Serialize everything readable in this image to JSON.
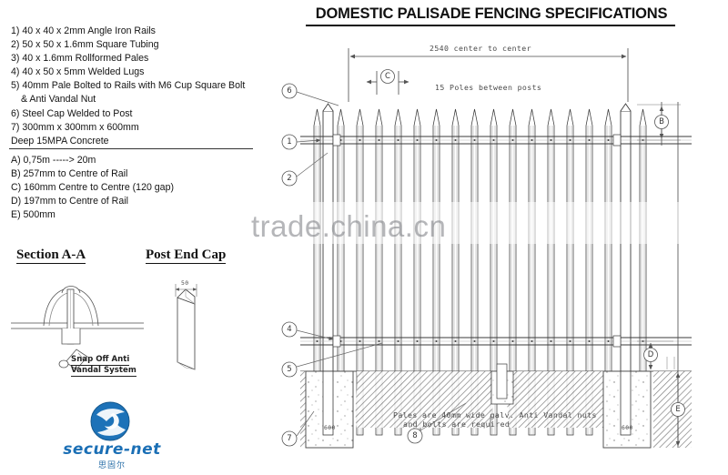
{
  "document": {
    "title": "DOMESTIC PALISADE FENCING SPECIFICATIONS",
    "watermark": "trade.china.cn"
  },
  "specifications": {
    "items": [
      "1) 40 x 40 x 2mm Angle Iron Rails",
      "2) 50 x 50 x 1.6mm Square Tubing",
      "3) 40 x 1.6mm Rollformed Pales",
      "4) 40 x 50 x 5mm Welded Lugs",
      "5) 40mm Pale Bolted to Rails with M6 Cup Square Bolt",
      "& Anti Vandal Nut",
      "6) Steel Cap Welded to Post",
      "7) 300mm x 300mm x 600mm",
      "Deep 15MPA Concrete"
    ]
  },
  "dimensions": {
    "items": [
      "A) 0,75m -----> 20m",
      "B) 257mm to Centre of Rail",
      "C) 160mm Centre to Centre (120 gap)",
      "D) 197mm to Centre of Rail",
      "E) 500mm"
    ]
  },
  "sections": {
    "section_aa_heading": "Section A-A",
    "post_end_cap_heading": "Post End Cap",
    "snap_off_line1": "Snap Off Anti",
    "snap_off_line2": "Vandal System",
    "end_cap_width": "50"
  },
  "drawing": {
    "top_dimension": "2540 center to center",
    "poles_note": "15 Poles between posts",
    "footing_note_line1": "Pales are 40mm wide galv. Anti Vandal nuts",
    "footing_note_line2": "and bolts are required",
    "callouts": [
      "6",
      "1",
      "2",
      "4",
      "5",
      "7",
      "8"
    ],
    "letter_markers": [
      "C",
      "B",
      "D",
      "E"
    ],
    "footing_depth": "600"
  },
  "logo": {
    "name": "secure-net",
    "subtitle": "思固尔"
  },
  "colors": {
    "ink": "#1a1a1a",
    "line": "#4a4a4a",
    "logo_blue": "#1b6fb5",
    "watermark": "#787a80"
  }
}
